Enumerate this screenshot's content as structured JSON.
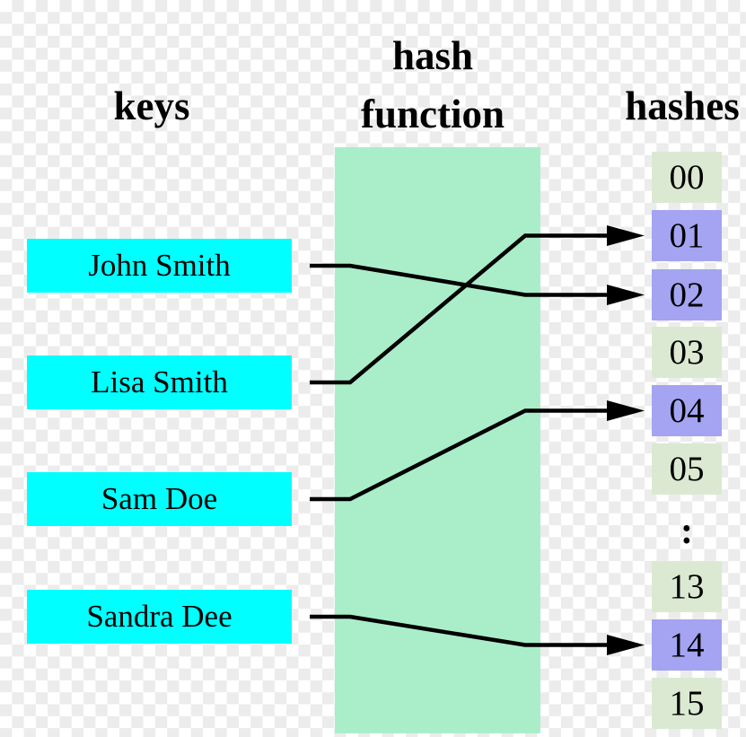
{
  "titles": {
    "keys": "keys",
    "hash_function": [
      "hash",
      "function"
    ],
    "hashes": "hashes"
  },
  "keys": {
    "items": [
      {
        "label": "John Smith"
      },
      {
        "label": "Lisa Smith"
      },
      {
        "label": "Sam Doe"
      },
      {
        "label": "Sandra Dee"
      }
    ]
  },
  "hashes": {
    "slots": [
      {
        "label": "00",
        "variant": "normal"
      },
      {
        "label": "01",
        "variant": "highlight"
      },
      {
        "label": "02",
        "variant": "highlight"
      },
      {
        "label": "03",
        "variant": "normal"
      },
      {
        "label": "04",
        "variant": "highlight"
      },
      {
        "label": "05",
        "variant": "normal"
      },
      {
        "label": ":",
        "variant": "ellipsis"
      },
      {
        "label": "13",
        "variant": "normal"
      },
      {
        "label": "14",
        "variant": "highlight"
      },
      {
        "label": "15",
        "variant": "normal"
      }
    ]
  },
  "mappings": [
    {
      "from": "John Smith",
      "to": "02"
    },
    {
      "from": "Lisa Smith",
      "to": "01"
    },
    {
      "from": "Sam Doe",
      "to": "04"
    },
    {
      "from": "Sandra Dee",
      "to": "14"
    }
  ],
  "colors": {
    "key_box": "#00ffff",
    "hash_function_box": "#aaeec9",
    "slot_normal": "#dbe9d2",
    "slot_highlight": "#a4a4f2",
    "arrow": "#000000",
    "text": "#000000",
    "checker_gray": "#ececec"
  }
}
